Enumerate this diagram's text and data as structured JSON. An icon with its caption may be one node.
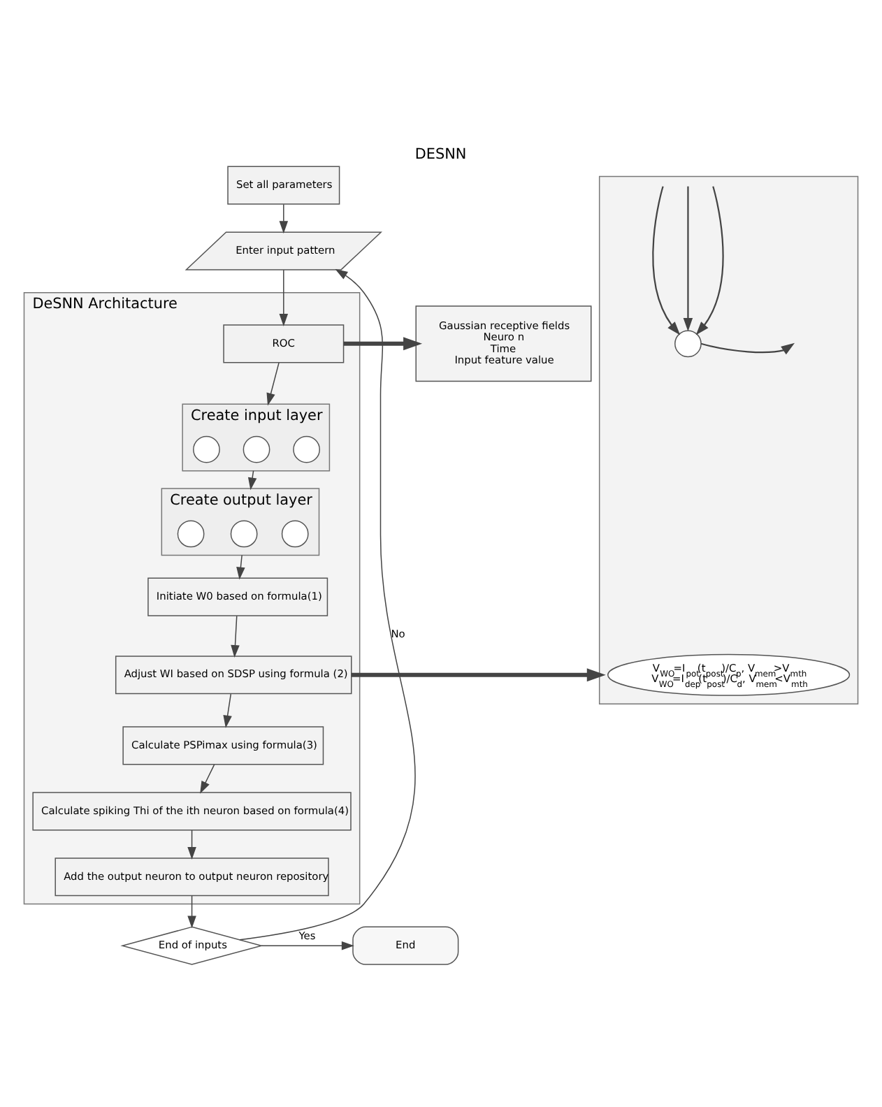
{
  "diagram": {
    "title": "DESNN",
    "nodes": [
      {
        "text": [
          "Set all parameters"
        ]
      },
      {
        "text": [
          "Enter input pattern"
        ]
      },
      {
        "text": [
          "DeSNN Architacture"
        ]
      },
      {
        "text": [
          "ROC"
        ],
        "in": 2
      },
      {
        "text": [],
        "shape": "box",
        "beside": [
          "Create input layer"
        ],
        "in": 2
      },
      {
        "text": [],
        "shape": "circle",
        "in": 4
      },
      {
        "text": [],
        "shape": "circle",
        "in": 4
      },
      {
        "text": [],
        "shape": "circle",
        "in": 4
      },
      {
        "text": [],
        "shape": "box",
        "beside": [
          "Create output layer"
        ],
        "in": 2
      },
      {
        "text": [],
        "shape": "circle",
        "in": 8
      },
      {
        "text": [],
        "shape": "circle",
        "in": 8
      },
      {
        "text": [],
        "shape": "circle",
        "in": 8
      },
      {
        "text": [
          "Initiate W0 based on formula(1)"
        ],
        "in": 2
      },
      {
        "text": [
          "Adjust WI based on SDSP using formula (2)"
        ],
        "in": 2
      },
      {
        "text": [
          "Calculate PSPimax using formula(3)"
        ],
        "in": 2
      },
      {
        "text": [
          "Calculate spiking Thi of the ith neuron based on formula(4)"
        ],
        "in": 2
      },
      {
        "text": [
          "Add the output neuron to output neuron repository"
        ],
        "in": 2
      },
      {
        "text": [
          "End of inputs"
        ]
      },
      {
        "text": [
          "End"
        ]
      },
      {
        "text": [
          "Gaussian receptive fields",
          "Neuro n",
          "Time",
          "Input feature value"
        ]
      },
      {
        "text": [],
        "shape": "box"
      },
      {
        "text": [],
        "shape": "circle",
        "in": 20
      },
      {
        "text": [
          "V$_{WO}$=I$_{pot}$(t$_{post}$)/C$_{p}$, V$_{mem}$>V$_{mth}$",
          "V$_{WO}$=I$_{dep}$(t$_{post}$)/C$_{d}$, V$_{mem}$<V$_{mth}$"
        ],
        "in": 20
      }
    ],
    "edges": [
      {
        "from": 0,
        "to": 1,
        "arrow": "to"
      },
      {
        "from": 1,
        "to": 3,
        "arrow": "to"
      },
      {
        "from": 3,
        "to": 4,
        "arrow": "to"
      },
      {
        "from": 4,
        "to": 8,
        "arrow": "to"
      },
      {
        "from": 8,
        "to": 12,
        "arrow": "to"
      },
      {
        "from": 12,
        "to": 13,
        "arrow": "to"
      },
      {
        "from": 13,
        "to": 14,
        "arrow": "to"
      },
      {
        "from": 14,
        "to": 15,
        "arrow": "to"
      },
      {
        "from": 15,
        "to": 16,
        "arrow": "to"
      },
      {
        "from": 16,
        "to": 17,
        "arrow": "to"
      },
      {
        "from": 17,
        "to": 18,
        "label": "Yes",
        "arrow": "to"
      },
      {
        "from": 17,
        "to": 1,
        "label": "No",
        "arrow": "to"
      },
      {
        "from": 3,
        "to": 19,
        "arrow": "to",
        "style": "thick"
      },
      {
        "from": 13,
        "to": 20,
        "arrow": "to",
        "style": "thick"
      },
      {
        "from": null,
        "to": 21,
        "arrow": "to"
      },
      {
        "from": null,
        "to": 21,
        "arrow": "to"
      },
      {
        "from": null,
        "to": 21,
        "arrow": "to"
      },
      {
        "from": 21,
        "to": null,
        "arrow": "to"
      }
    ]
  }
}
